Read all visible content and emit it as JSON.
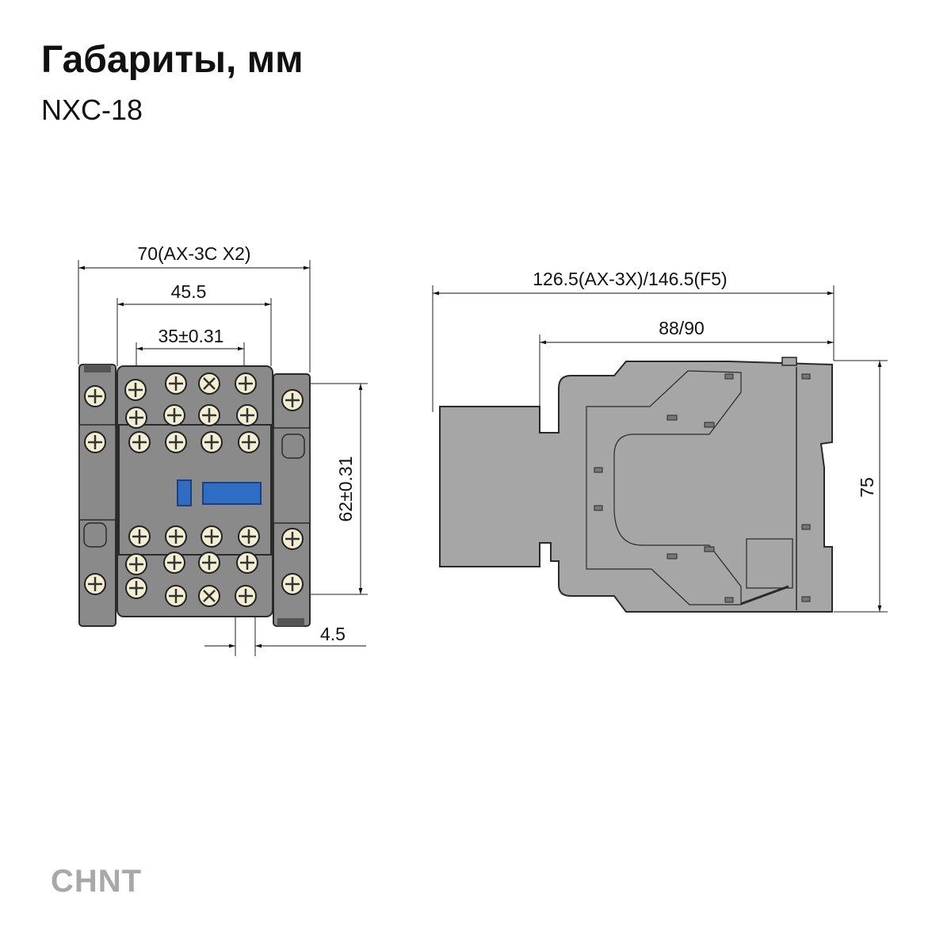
{
  "header": {
    "title": "Габариты, мм",
    "subtitle": "NXC-18"
  },
  "dimensions": {
    "front_width": "70(AX-3C X2)",
    "front_body_width": "45.5",
    "front_mount_spacing": "35±0.31",
    "front_mount_height": "62±0.31",
    "front_hole": "4.5",
    "side_total_length": "126.5(AX-3X)/146.5(F5)",
    "side_body_length": "88/90",
    "side_height": "75"
  },
  "logo": {
    "text": "CHNT"
  },
  "colors": {
    "body": "#8a8a8a",
    "dark": "#333333",
    "screw": "#f2eed2",
    "blue": "#2f6cc4",
    "side": "#a6a6a6"
  }
}
